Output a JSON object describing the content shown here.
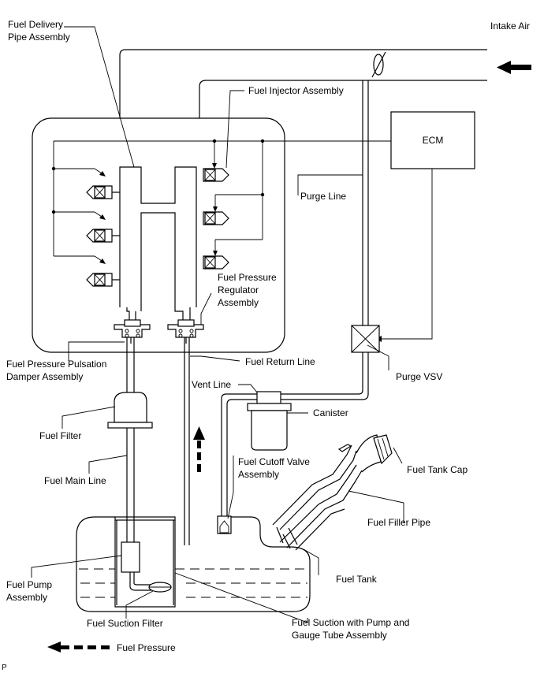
{
  "labels": {
    "fuel_delivery_pipe_1": "Fuel Delivery",
    "fuel_delivery_pipe_2": "Pipe Assembly",
    "intake_air": "Intake Air",
    "fuel_injector": "Fuel Injector Assembly",
    "ecm": "ECM",
    "purge_line": "Purge Line",
    "fuel_pressure_regulator_1": "Fuel Pressure",
    "fuel_pressure_regulator_2": "Regulator",
    "fuel_pressure_regulator_3": "Assembly",
    "pulsation_damper_1": "Fuel Pressure Pulsation",
    "pulsation_damper_2": "Damper Assembly",
    "fuel_return_line": "Fuel Return Line",
    "purge_vsv": "Purge VSV",
    "vent_line": "Vent Line",
    "canister": "Canister",
    "fuel_filter": "Fuel Filter",
    "fuel_cutoff_valve_1": "Fuel Cutoff Valve",
    "fuel_cutoff_valve_2": "Assembly",
    "fuel_tank_cap": "Fuel Tank Cap",
    "fuel_main_line": "Fuel Main Line",
    "fuel_filler_pipe": "Fuel Filler Pipe",
    "fuel_tank": "Fuel Tank",
    "fuel_pump_1": "Fuel Pump",
    "fuel_pump_2": "Assembly",
    "fuel_suction_filter": "Fuel Suction Filter",
    "fuel_suction_tube_1": "Fuel Suction with Pump and",
    "fuel_suction_tube_2": "Gauge Tube Assembly",
    "legend_fuel_pressure": "Fuel Pressure",
    "corner_mark": "P"
  }
}
